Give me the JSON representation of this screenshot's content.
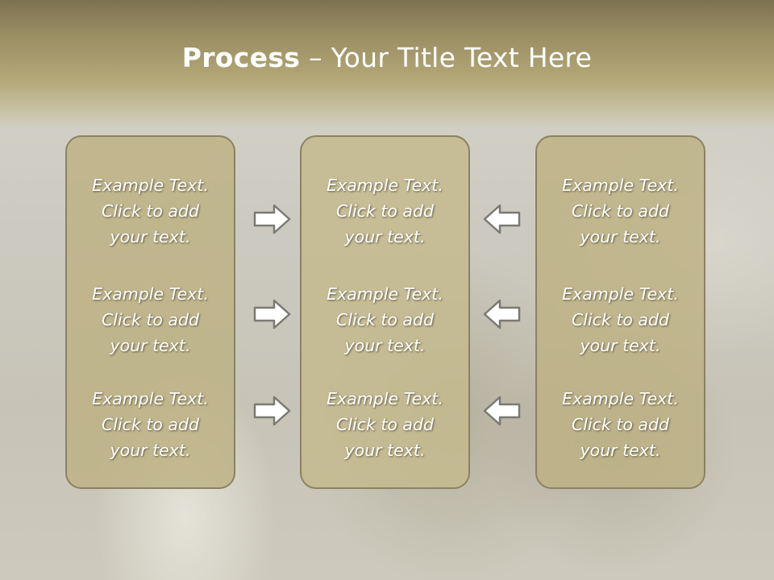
{
  "slide": {
    "title_bold": "Process",
    "title_rest": " – Your Title Text Here"
  },
  "columns": [
    {
      "items": [
        "Example Text.\nClick  to add\nyour text.",
        "Example Text.\nClick  to add\nyour text.",
        "Example Text.\nClick  to add\nyour text."
      ]
    },
    {
      "items": [
        "Example Text.\nClick  to add\nyour text.",
        "Example Text.\nClick  to add\nyour text.",
        "Example Text.\nClick  to add\nyour text."
      ]
    },
    {
      "items": [
        "Example Text.\nClick  to add\nyour text.",
        "Example Text.\nClick  to add\nyour text.",
        "Example Text.\nClick  to add\nyour text."
      ]
    }
  ],
  "arrows": {
    "left_group": "right-arrow-icon",
    "right_group": "left-arrow-icon"
  },
  "colors": {
    "title_band": "#9a8e63",
    "panel_fill": "#bdb182",
    "panel_border": "#8a8262",
    "text": "#ffffff"
  }
}
